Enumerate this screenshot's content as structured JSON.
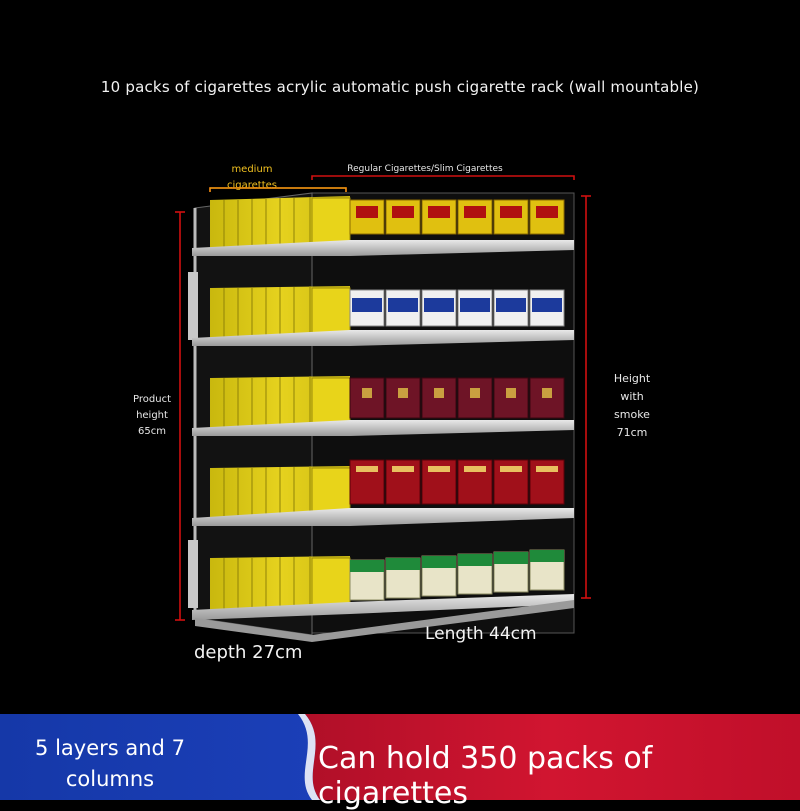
{
  "title": "10 packs of cigarettes acrylic automatic push cigarette rack (wall mountable)",
  "labels": {
    "medium_line1": "medium",
    "medium_line2": "cigarettes",
    "regular": "Regular Cigarettes/Slim Cigarettes",
    "product_line1": "Product",
    "product_line2": "height",
    "product_line3": "65cm",
    "height_line1": "Height",
    "height_line2": "with",
    "height_line3": "smoke",
    "height_line4": "71cm",
    "depth": "depth 27cm",
    "length": "Length 44cm"
  },
  "banner": {
    "left_line1": "5 layers and 7",
    "left_line2": "columns",
    "right": "Can hold 350 packs of cigarettes"
  },
  "colors": {
    "background": "#000000",
    "medium_label": "#f0c020",
    "dimension_line": "#d01010",
    "banner_blue": "#1b3fb8",
    "banner_red": "#c8102e"
  }
}
